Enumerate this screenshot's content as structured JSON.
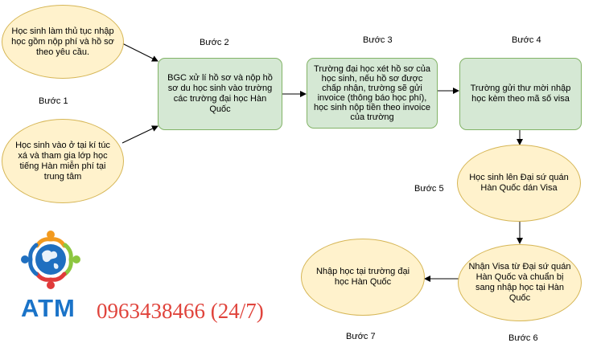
{
  "steps": {
    "s1_label": "Bước 1",
    "s2_label": "Bước 2",
    "s3_label": "Bước 3",
    "s4_label": "Bước 4",
    "s5_label": "Bước 5",
    "s6_label": "Bước 6",
    "s7_label": "Bước 7"
  },
  "nodes": {
    "n1a": "Học sinh làm thủ tục nhập học gồm nộp phí và hồ sơ theo yêu cầu.",
    "n1b": "Học sinh vào ở tại kí túc xá và tham gia lớp học tiếng Hàn miễn phí tại trung tâm",
    "n2": "BGC xử lí hồ sơ và nộp hồ sơ du học sinh vào trường các trường đại học Hàn Quốc",
    "n3": "Trường đại học xét hồ sơ của học sinh, nếu hồ sơ được chấp nhận, trường sẽ gửi invoice (thông báo học phí), học sinh nộp tiền theo invoice của trường",
    "n4": "Trường gửi thư mời nhập học kèm theo mã số visa",
    "n5": "Học sinh lên Đại sứ quán Hàn Quốc dán Visa",
    "n6": "Nhận Visa từ Đại sứ quán Hàn Quốc và chuẩn bị sang nhập học tại Hàn Quốc",
    "n7": "Nhập học tại trường đại học Hàn Quốc"
  },
  "branding": {
    "logo_text": "ATM",
    "phone": "0963438466 (24/7)",
    "logo_icon": "globe-people-icon",
    "colors": {
      "ellipse_fill": "#fff2cc",
      "ellipse_stroke": "#d6b656",
      "rect_fill": "#d5e8d4",
      "rect_stroke": "#82b366",
      "logo_blue": "#1a73c8",
      "phone_red": "#e0443c"
    }
  }
}
